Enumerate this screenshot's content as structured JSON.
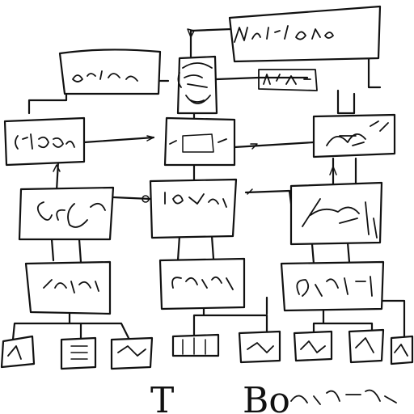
{
  "diagram": {
    "footer_text_left": "T",
    "footer_text_right": "Bo",
    "ink_color": "#111111",
    "background_color": "#ffffff",
    "nodes": [
      {
        "id": "top-banner",
        "kind": "box"
      },
      {
        "id": "top-left",
        "kind": "box"
      },
      {
        "id": "center-portrait",
        "kind": "portrait"
      },
      {
        "id": "row2-left",
        "kind": "box"
      },
      {
        "id": "row2-center",
        "kind": "box"
      },
      {
        "id": "row2-right",
        "kind": "box"
      },
      {
        "id": "row3-left",
        "kind": "box"
      },
      {
        "id": "row3-center",
        "kind": "box"
      },
      {
        "id": "row3-right",
        "kind": "box"
      },
      {
        "id": "row4-left",
        "kind": "box"
      },
      {
        "id": "row4-center",
        "kind": "box"
      },
      {
        "id": "row4-right",
        "kind": "box"
      },
      {
        "id": "leaf-1",
        "kind": "small-box"
      },
      {
        "id": "leaf-2",
        "kind": "small-box"
      },
      {
        "id": "leaf-3",
        "kind": "small-box"
      },
      {
        "id": "leaf-4",
        "kind": "small-box"
      },
      {
        "id": "leaf-5",
        "kind": "small-box"
      },
      {
        "id": "leaf-6",
        "kind": "small-box"
      },
      {
        "id": "leaf-7",
        "kind": "small-box"
      },
      {
        "id": "leaf-8",
        "kind": "small-box"
      }
    ]
  }
}
